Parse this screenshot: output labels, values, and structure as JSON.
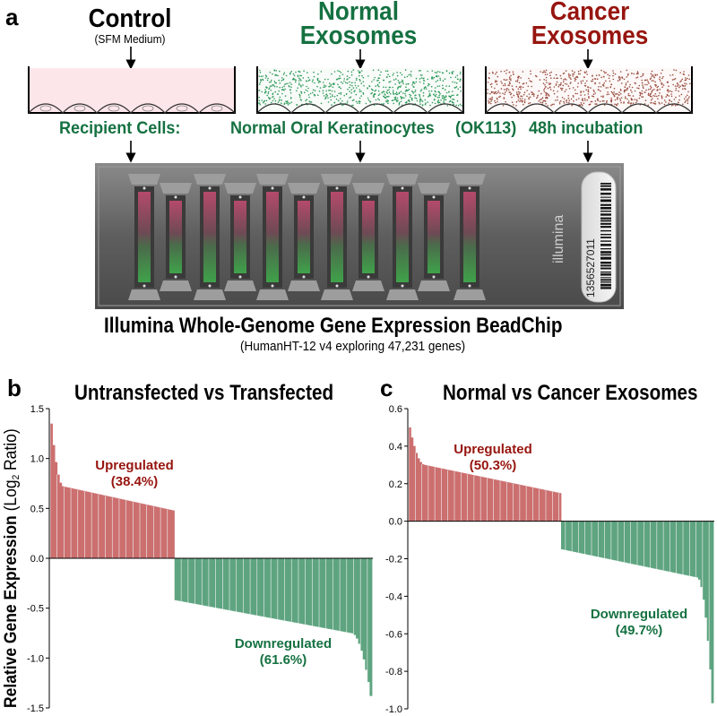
{
  "panel_a": {
    "letter": "a",
    "conditions": [
      {
        "title": "Control",
        "subtitle": "(SFM Medium)",
        "color": "#000000",
        "dots": ""
      },
      {
        "title_line1": "Normal",
        "title_line2": "Exosomes",
        "color": "#157141",
        "dots": "#2e9a5b"
      },
      {
        "title_line1": "Cancer",
        "title_line2": "Exosomes",
        "color": "#97150f",
        "dots": "#9a4c3f"
      }
    ],
    "recipient": {
      "label": "Recipient Cells:",
      "cells": "Normal Oral Keratinocytes",
      "line": "(OK113)",
      "incubation": "48h incubation"
    },
    "chip": {
      "brand": "illumina",
      "barcode_number": "1356527011",
      "title": "Illumina Whole-Genome Gene Expression BeadChip",
      "subtitle": "(HumanHT-12 v4 exploring 47,231 genes)"
    }
  },
  "panel_b": {
    "letter": "b"
  },
  "panel_c": {
    "letter": "c"
  },
  "shared_ylabel": {
    "main": "Relative Gene Expression",
    "open": "(Log",
    "sub": "2",
    "close": " Ratio)"
  },
  "chart_data": [
    {
      "type": "bar",
      "title": "Untransfected vs Transfected",
      "ylim": [
        -1.5,
        1.5
      ],
      "yticks": [
        -1.5,
        -1.0,
        -0.5,
        0.0,
        0.5,
        1.0,
        1.5
      ],
      "ytick_labels": [
        "-1.5",
        "-1.0",
        "-0.5",
        "0.0",
        "0.5",
        "1.0",
        "1.5"
      ],
      "up_fraction": 0.384,
      "upregulated_profile": {
        "start": 1.35,
        "knee": 0.72,
        "end": 0.48
      },
      "downregulated_profile": {
        "start": -0.42,
        "knee": -0.75,
        "end": -1.38
      },
      "annotations": [
        {
          "text_line1": "Upregulated",
          "text_line2": "(38.4%)",
          "color": "#97150f"
        },
        {
          "text_line1": "Downregulated",
          "text_line2": "(61.6%)",
          "color": "#157141"
        }
      ],
      "colors": {
        "up": "#cc6f6f",
        "down": "#5ea480"
      }
    },
    {
      "type": "bar",
      "title": "Normal vs Cancer Exosomes",
      "ylim": [
        -1.0,
        0.6
      ],
      "yticks": [
        -1.0,
        -0.8,
        -0.6,
        -0.4,
        -0.2,
        0.0,
        0.2,
        0.4,
        0.6
      ],
      "ytick_labels": [
        "-1.0",
        "-0.8",
        "-0.6",
        "-0.4",
        "-0.2",
        "0.0",
        "0.2",
        "0.4",
        "0.6"
      ],
      "up_fraction": 0.503,
      "upregulated_profile": {
        "start": 0.5,
        "knee": 0.3,
        "end": 0.15
      },
      "downregulated_profile": {
        "start": -0.15,
        "knee": -0.3,
        "end": -0.97
      },
      "annotations": [
        {
          "text_line1": "Upregulated",
          "text_line2": "(50.3%)",
          "color": "#97150f"
        },
        {
          "text_line1": "Downregulated",
          "text_line2": "(49.7%)",
          "color": "#157141"
        }
      ],
      "colors": {
        "up": "#cc6f6f",
        "down": "#5ea480"
      }
    }
  ]
}
